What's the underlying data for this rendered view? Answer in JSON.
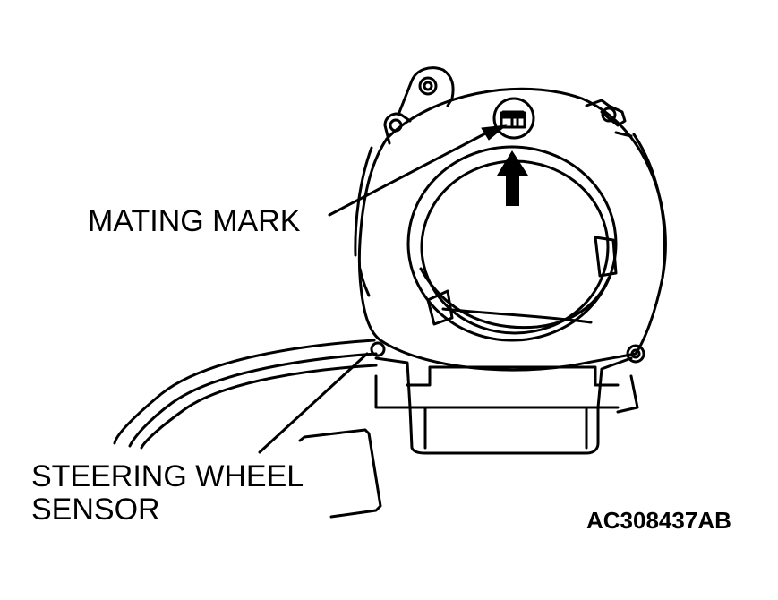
{
  "labels": {
    "mating_mark": "MATING MARK",
    "sensor_line1": "STEERING WHEEL",
    "sensor_line2": "SENSOR",
    "figure_code": "AC308437AB"
  },
  "colors": {
    "ink": "#000000",
    "paper": "#ffffff"
  },
  "icons": {
    "direction_arrow": "up-arrow-icon"
  }
}
